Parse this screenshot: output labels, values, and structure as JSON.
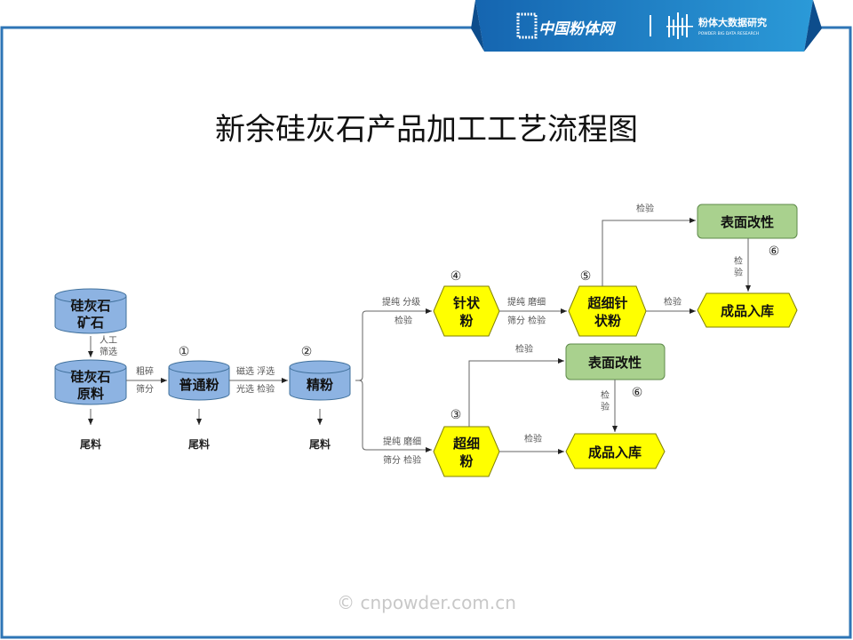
{
  "banner": {
    "brand": "中国粉体网",
    "research": "粉体大数据研究",
    "research_en": "POWDER BIG DATA RESEARCH"
  },
  "title": "新余硅灰石产品加工工艺流程图",
  "nodes": {
    "ore": [
      "硅灰石",
      "矿石"
    ],
    "raw": [
      "硅灰石",
      "原料"
    ],
    "common_powder": "普通粉",
    "fine_powder": "精粉",
    "needle_powder": [
      "针状",
      "粉"
    ],
    "ultrafine_needle": [
      "超细针",
      "状粉"
    ],
    "ultrafine_powder": [
      "超细",
      "粉"
    ],
    "surface_mod_top": "表面改性",
    "surface_mod_bottom": "表面改性",
    "storage_top": "成品入库",
    "storage_bottom": "成品入库"
  },
  "tailings": [
    "尾料",
    "尾料",
    "尾料"
  ],
  "markers": {
    "m1": "①",
    "m2": "②",
    "m3": "③",
    "m4": "④",
    "m5": "⑤",
    "m6a": "⑥",
    "m6b": "⑥"
  },
  "labels": {
    "manual": [
      "人工",
      "筛选"
    ],
    "crush": [
      "粗碎",
      "筛分"
    ],
    "mag": [
      "磁选  浮选",
      "光选  检验"
    ],
    "to_needle": [
      "提纯  分级",
      "检验"
    ],
    "to_ufneedle": [
      "提纯    磨细",
      "筛分    检验"
    ],
    "ufneedle_to_storage": "检验",
    "ufneedle_to_mod": "检验",
    "mod_top_to_storage": [
      "检",
      "验"
    ],
    "to_uf": [
      "提纯  磨细",
      "筛分  检验"
    ],
    "uf_to_mod": "检验",
    "uf_to_storage": "检验",
    "mod_bottom_to_storage": [
      "检",
      "验"
    ]
  },
  "watermark": "© cnpowder.com.cn",
  "colors": {
    "cylinder": "#8db3e2",
    "hexagon": "#ffff00",
    "mod_box": "#a9d18e",
    "banner": "#1f78c1",
    "frame": "#2e75b6"
  }
}
